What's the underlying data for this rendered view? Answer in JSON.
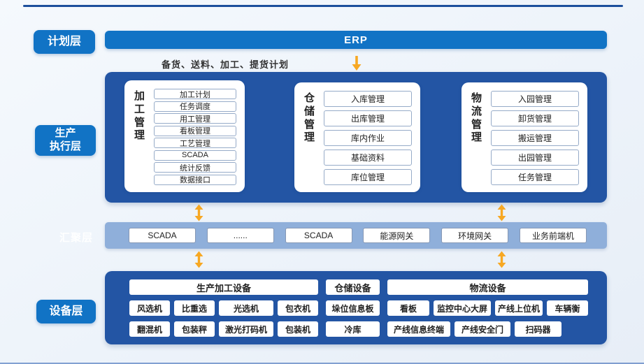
{
  "layers": {
    "planning": "计划层",
    "execution_line1": "生产",
    "execution_line2": "执行层",
    "aggregation": "汇聚层",
    "device": "设备层"
  },
  "erp": {
    "title": "ERP",
    "plan_note": "备货、送料、加工、提货计划"
  },
  "execution": {
    "groups": [
      {
        "title": "加工管理",
        "items": [
          "加工计划",
          "任务调度",
          "用工管理",
          "看板管理",
          "工艺管理",
          "SCADA",
          "统计反馈",
          "数据接口"
        ]
      },
      {
        "title": "仓储管理",
        "items": [
          "入库管理",
          "出库管理",
          "库内作业",
          "基础资料",
          "库位管理"
        ]
      },
      {
        "title": "物流管理",
        "items": [
          "入园管理",
          "卸货管理",
          "搬运管理",
          "出园管理",
          "任务管理"
        ]
      }
    ]
  },
  "aggregation": {
    "items": [
      "SCADA",
      "......",
      "SCADA",
      "能源网关",
      "环境网关",
      "业务前端机"
    ]
  },
  "devices": {
    "production": {
      "header": "生产加工设备",
      "row1": [
        "风选机",
        "比重选",
        "光选机",
        "包衣机"
      ],
      "row2": [
        "翻混机",
        "包装秤",
        "激光打码机",
        "包装机"
      ]
    },
    "warehouse": {
      "header": "仓储设备",
      "row1": [
        "垛位信息板"
      ],
      "row2": [
        "冷库"
      ]
    },
    "logistics": {
      "header": "物流设备",
      "row1": [
        "看板",
        "监控中心大屏",
        "产线上位机",
        "车辆衡"
      ],
      "row2": [
        "产线信息终端",
        "产线安全门",
        "扫码器"
      ]
    }
  },
  "colors": {
    "accent_blue": "#1173c5",
    "panel_blue": "#2355a4",
    "band_blue": "#8fafda",
    "arrow_orange": "#f7a823",
    "top_rule_blue": "#1c4f9c"
  }
}
